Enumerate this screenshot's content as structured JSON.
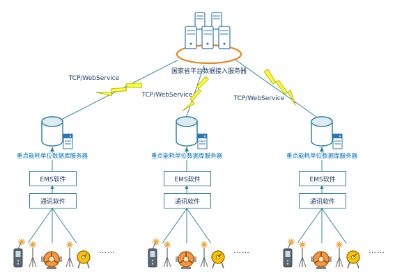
{
  "top": {
    "label": "国家省平台数据接入服务器"
  },
  "links": {
    "left_label": "TCP/WebService",
    "middle_label": "TCP/WebService",
    "right_label": "TCP/WebService"
  },
  "columns": [
    {
      "db_label": "重点能耗单位数据库服务器",
      "ems_label": "EMS软件",
      "comm_label": "通讯软件",
      "dots": "……"
    },
    {
      "db_label": "重点能耗单位数据库服务器",
      "ems_label": "EMS软件",
      "comm_label": "通讯软件",
      "dots": "……"
    },
    {
      "db_label": "重点能耗单位数据库服务器",
      "ems_label": "EMS软件",
      "comm_label": "通讯软件",
      "dots": "……"
    }
  ],
  "colors": {
    "accent_teal": "#31859C",
    "line_blue": "#2E75B6",
    "ellipse_orange": "#E8871E",
    "bolt_yellow": "#FFFF33",
    "device_orange": "#F79646",
    "db_label_blue": "#0070C0"
  }
}
